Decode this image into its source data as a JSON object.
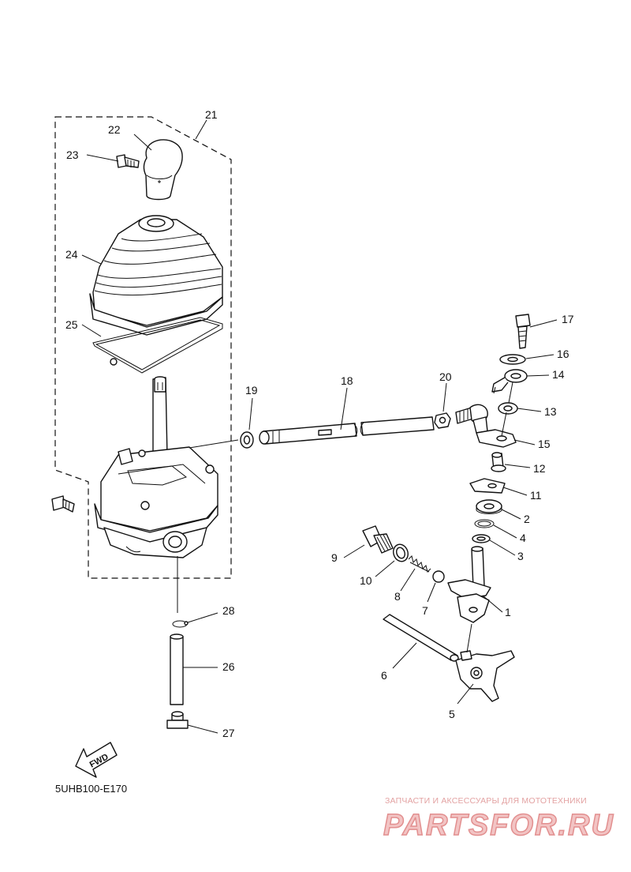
{
  "diagram_code": "5UHB100-E170",
  "fwd_label": "FWD",
  "watermark": {
    "line1": "ЗАПЧАСТИ И АКСЕССУАРЫ ДЛЯ МОТОТЕХНИКИ",
    "line2": "PARTSFOR.RU"
  },
  "callouts": {
    "p1": "1",
    "p2": "2",
    "p3": "3",
    "p4": "4",
    "p5": "5",
    "p6": "6",
    "p7": "7",
    "p8": "8",
    "p9": "9",
    "p10": "10",
    "p11": "11",
    "p12": "12",
    "p13": "13",
    "p14": "14",
    "p15": "15",
    "p16": "16",
    "p17": "17",
    "p18": "18",
    "p19": "19",
    "p20": "20",
    "p21": "21",
    "p22": "22",
    "p23": "23",
    "p24": "24",
    "p25": "25",
    "p26": "26",
    "p27": "27",
    "p28": "28"
  }
}
